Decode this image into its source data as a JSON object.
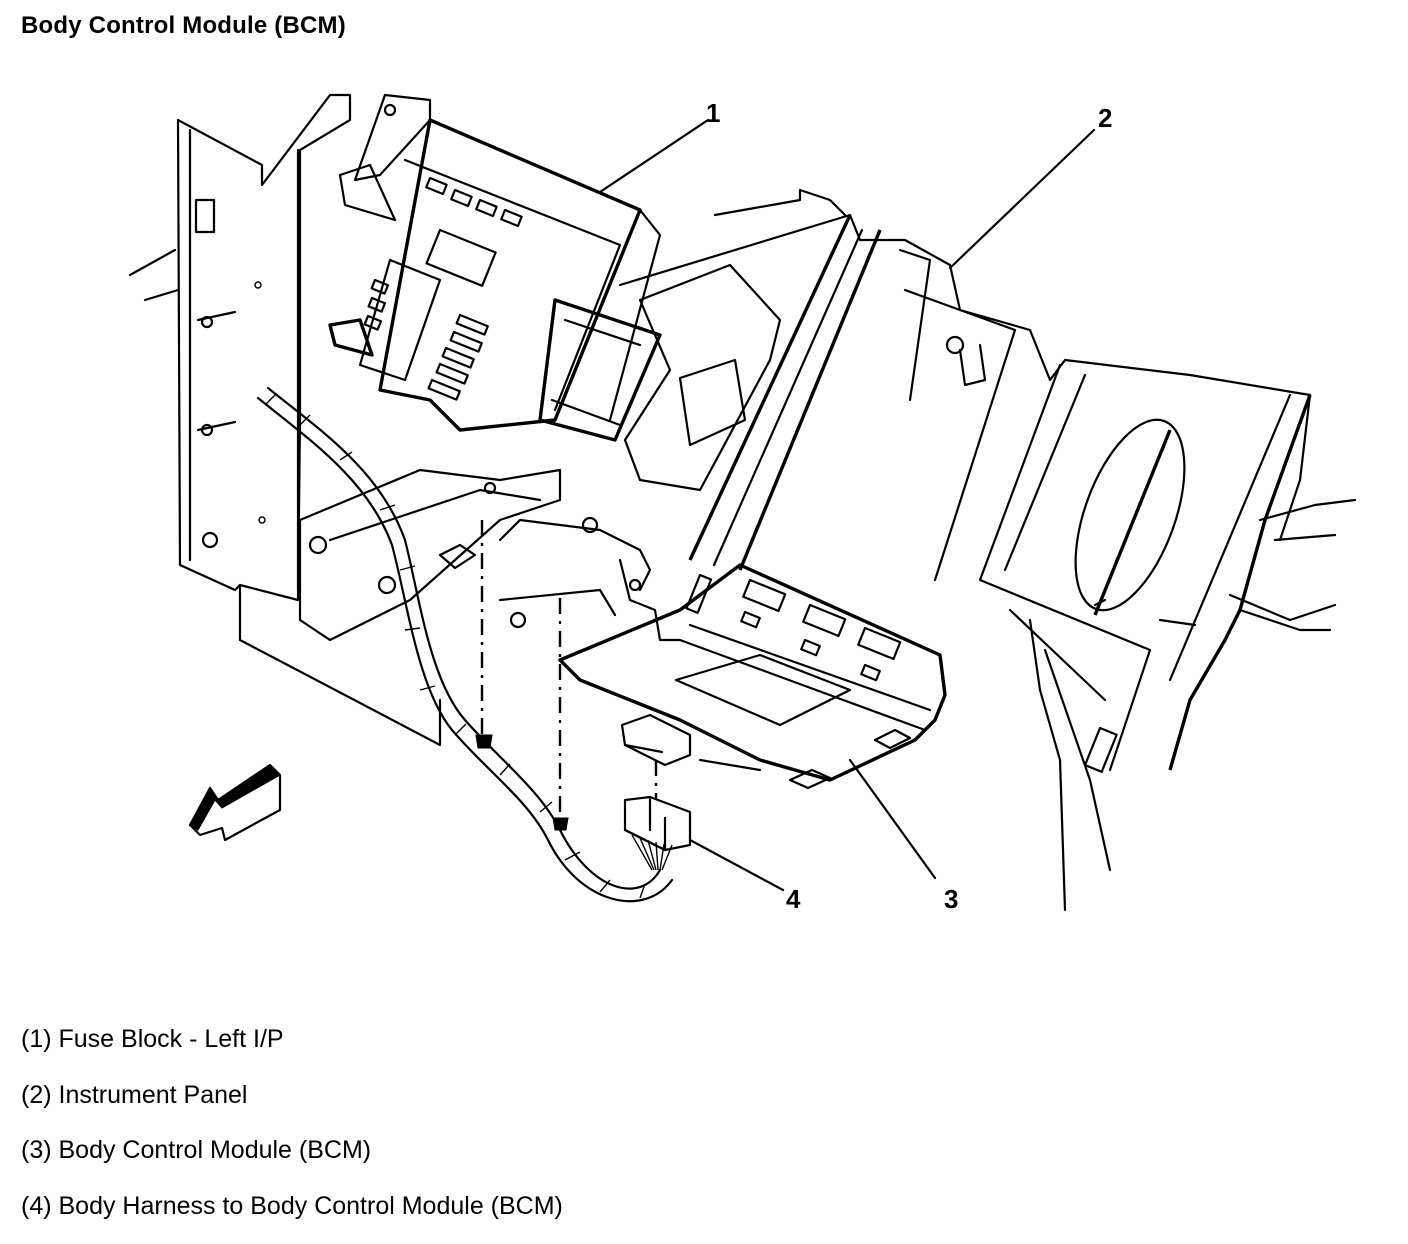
{
  "title": "Body Control Module (BCM)",
  "colors": {
    "line": "#000000",
    "background": "#ffffff"
  },
  "diagram": {
    "direction_arrow_icon": "front-direction-arrow",
    "callouts": [
      {
        "number": "1",
        "target": "Fuse Block - Left I/P"
      },
      {
        "number": "2",
        "target": "Instrument Panel"
      },
      {
        "number": "3",
        "target": "Body Control Module (BCM)"
      },
      {
        "number": "4",
        "target": "Body Harness to Body Control Module (BCM)"
      }
    ]
  },
  "legend": [
    "(1) Fuse Block - Left I/P",
    "(2) Instrument Panel",
    "(3) Body Control Module (BCM)",
    "(4) Body Harness to Body Control Module (BCM)"
  ]
}
